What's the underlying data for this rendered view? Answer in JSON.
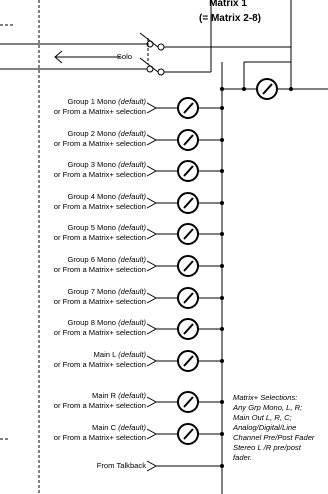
{
  "header": {
    "title": "Matrix 1",
    "subtitle": "(= Matrix 2-8)"
  },
  "solo": {
    "label": "Solo"
  },
  "inputs": [
    {
      "main": "Group 1 Mono ",
      "default": "(default)",
      "alt": "or From a Matrix+ selection"
    },
    {
      "main": "Group 2 Mono ",
      "default": "(default)",
      "alt": "or From a Matrix+ selection"
    },
    {
      "main": "Group 3 Mono ",
      "default": "(default)",
      "alt": "or From a Matrix+ selection"
    },
    {
      "main": "Group 4 Mono ",
      "default": "(default)",
      "alt": "or From a Matrix+ selection"
    },
    {
      "main": "Group 5 Mono ",
      "default": "(default)",
      "alt": "or From a Matrix+ selection"
    },
    {
      "main": "Group 6 Mono ",
      "default": "(default)",
      "alt": "or From a Matrix+ selection"
    },
    {
      "main": "Group 7 Mono ",
      "default": "(default)",
      "alt": "or From a Matrix+ selection"
    },
    {
      "main": "Group 8 Mono ",
      "default": "(default)",
      "alt": "or From a Matrix+ selection"
    },
    {
      "main": "Main L ",
      "default": "(default)",
      "alt": "or From a Matrix+ selection"
    },
    {
      "main": "Main R ",
      "default": "(default)",
      "alt": "or From a Matrix+ selection"
    },
    {
      "main": "Main C ",
      "default": "(default)",
      "alt": "or From a Matrix+ selection"
    }
  ],
  "talkback": {
    "label": "From Talkback"
  },
  "notes": {
    "lines": [
      "Matrix+ Selections:",
      "Any Grp Mono, L, R;",
      "Main Out L, R, C;",
      "Analog/Digital/Line",
      "Channel Pre/Post Fader",
      "Stereo L /R pre/post",
      "fader."
    ]
  }
}
